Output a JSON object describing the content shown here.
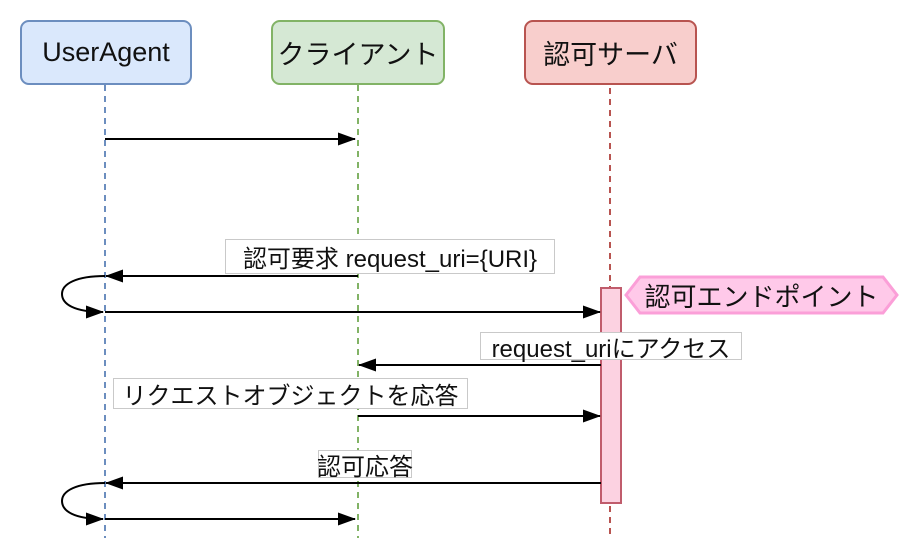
{
  "diagram": {
    "type": "sequence-diagram",
    "background": "#ffffff",
    "arrow_color": "#000000",
    "label_border_color": "#c9c9c9",
    "actors": [
      {
        "label": "UserAgent",
        "fill": "#dae8fc",
        "stroke": "#6c8ebf"
      },
      {
        "label": "クライアント",
        "fill": "#d5e8d4",
        "stroke": "#82b366"
      },
      {
        "label": "認可サーバ",
        "fill": "#f8cecc",
        "stroke": "#b85450"
      }
    ],
    "messages": [
      {
        "from": "UserAgent",
        "to": "クライアント",
        "label": ""
      },
      {
        "from": "クライアント",
        "to": "UserAgent",
        "label": "認可要求 request_uri={URI}"
      },
      {
        "from": "UserAgent",
        "to": "認可サーバ",
        "label": ""
      },
      {
        "from": "認可サーバ",
        "to": "クライアント",
        "label": "request_uriにアクセス"
      },
      {
        "from": "クライアント",
        "to": "認可サーバ",
        "label": "リクエストオブジェクトを応答"
      },
      {
        "from": "認可サーバ",
        "to": "UserAgent",
        "label": "認可応答"
      },
      {
        "from": "UserAgent",
        "to": "クライアント",
        "label": ""
      }
    ],
    "note": {
      "label": "認可エンドポイント",
      "fill": "#ffc9e9",
      "stroke": "#fb9fd8"
    },
    "activation": {
      "fill": "#fcd2e1",
      "stroke": "#c05c6c"
    }
  }
}
